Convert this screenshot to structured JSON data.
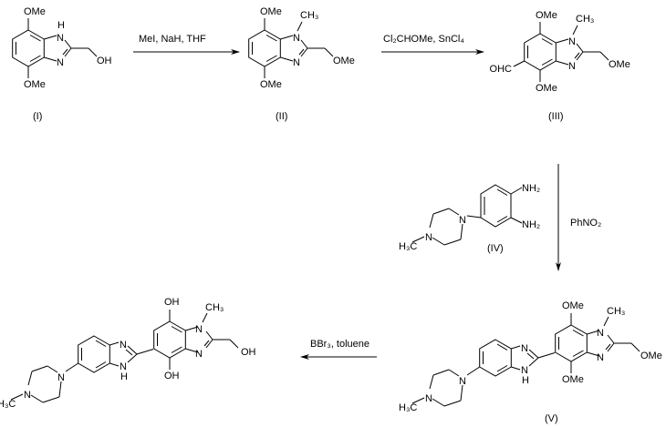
{
  "compounds": {
    "I": "(I)",
    "II": "(II)",
    "III": "(III)",
    "IV": "(IV)",
    "V": "(V)"
  },
  "reagents": {
    "step1": "MeI, NaH, THF",
    "step2": "Cl₂CHOMe, SnCl₄",
    "step3": "PhNO₂",
    "step4": "BBr₃, toluene"
  },
  "atoms": {
    "N": "N",
    "H": "H",
    "NH2": "NH₂",
    "OMe": "OMe",
    "OH": "OH",
    "CH3": "CH₃",
    "H3C": "H₃C",
    "OHC": "OHC"
  }
}
